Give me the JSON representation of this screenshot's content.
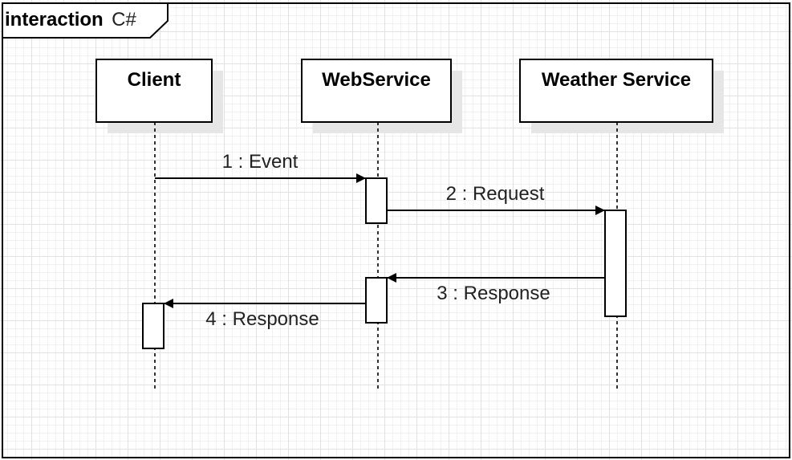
{
  "frame": {
    "keyword": "interaction",
    "name": "C#"
  },
  "participants": [
    {
      "id": "client",
      "label": "Client"
    },
    {
      "id": "webservice",
      "label": "WebService"
    },
    {
      "id": "weather",
      "label": "Weather Service"
    }
  ],
  "messages": [
    {
      "label": "1 : Event",
      "from": "Client",
      "to": "WebService"
    },
    {
      "label": "2 : Request",
      "from": "WebService",
      "to": "Weather Service"
    },
    {
      "label": "3 : Response",
      "from": "Weather Service",
      "to": "WebService"
    },
    {
      "label": "4 : Response",
      "from": "WebService",
      "to": "Client"
    }
  ],
  "colors": {
    "stroke": "#000000",
    "shadow": "#e6e6e6",
    "grid": "#e2e2e2",
    "text": "#222222"
  }
}
